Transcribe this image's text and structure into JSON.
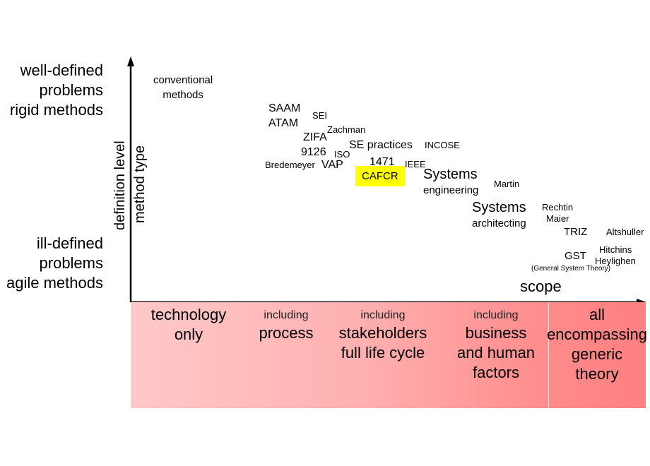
{
  "y_top": [
    "well-defined",
    "problems",
    "rigid methods"
  ],
  "y_bottom": [
    "ill-defined",
    "problems",
    "agile methods"
  ],
  "axis_titles": {
    "y1": "definition level",
    "y2": "method type",
    "x": "scope"
  },
  "methods": {
    "conventional": [
      "conventional",
      "methods"
    ],
    "saam": "SAAM",
    "sei": "SEI",
    "atam": "ATAM",
    "zachman": "Zachman",
    "zifa": "ZIFA",
    "se_practices": "SE practices",
    "incose": "INCOSE",
    "n9126": "9126",
    "iso": "ISO",
    "n1471": "1471",
    "ieee": "IEEE",
    "bredemeyer": "Bredemeyer",
    "vap": "VAP",
    "cafcr": "CAFCR",
    "systems_eng": [
      "Systems",
      "engineering"
    ],
    "martin": "Martin",
    "systems_arch": [
      "Systems",
      "architecting"
    ],
    "rechtin": "Rechtin",
    "maier": "Maier",
    "triz": "TRIZ",
    "altshuller": "Altshuller",
    "gst": "GST",
    "hitchins": "Hitchins",
    "heylighen": "Heylighen",
    "gst_full": "(General System Theory)"
  },
  "scope_bands": [
    {
      "small": "",
      "big": [
        "technology",
        "only"
      ]
    },
    {
      "small": "including",
      "big": [
        "process"
      ]
    },
    {
      "small": "including",
      "big": [
        "stakeholders",
        "full life cycle"
      ]
    },
    {
      "small": "including",
      "big": [
        "business",
        "and human",
        "factors"
      ]
    },
    {
      "small": "",
      "big": [
        "all",
        "encompassing",
        "generic",
        "theory"
      ]
    }
  ],
  "colors": {
    "highlight": "#ffff00",
    "band_light": "#ffc8c8",
    "band_dark": "#ff8080"
  }
}
